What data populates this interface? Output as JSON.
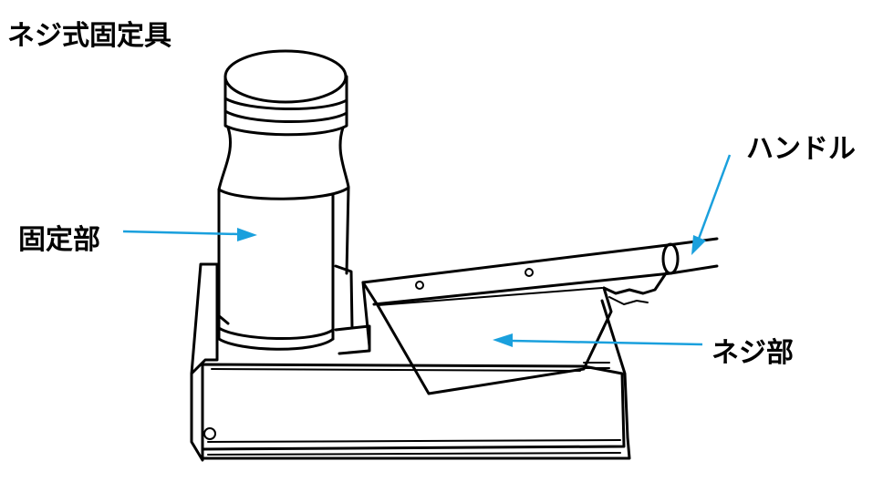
{
  "title": "ネジ式固定具",
  "labels": {
    "fixing_part": "固定部",
    "handle": "ハンドル",
    "screw_part": "ネジ部"
  },
  "colors": {
    "arrow": "#1aa0dd",
    "line_art": "#000000"
  }
}
